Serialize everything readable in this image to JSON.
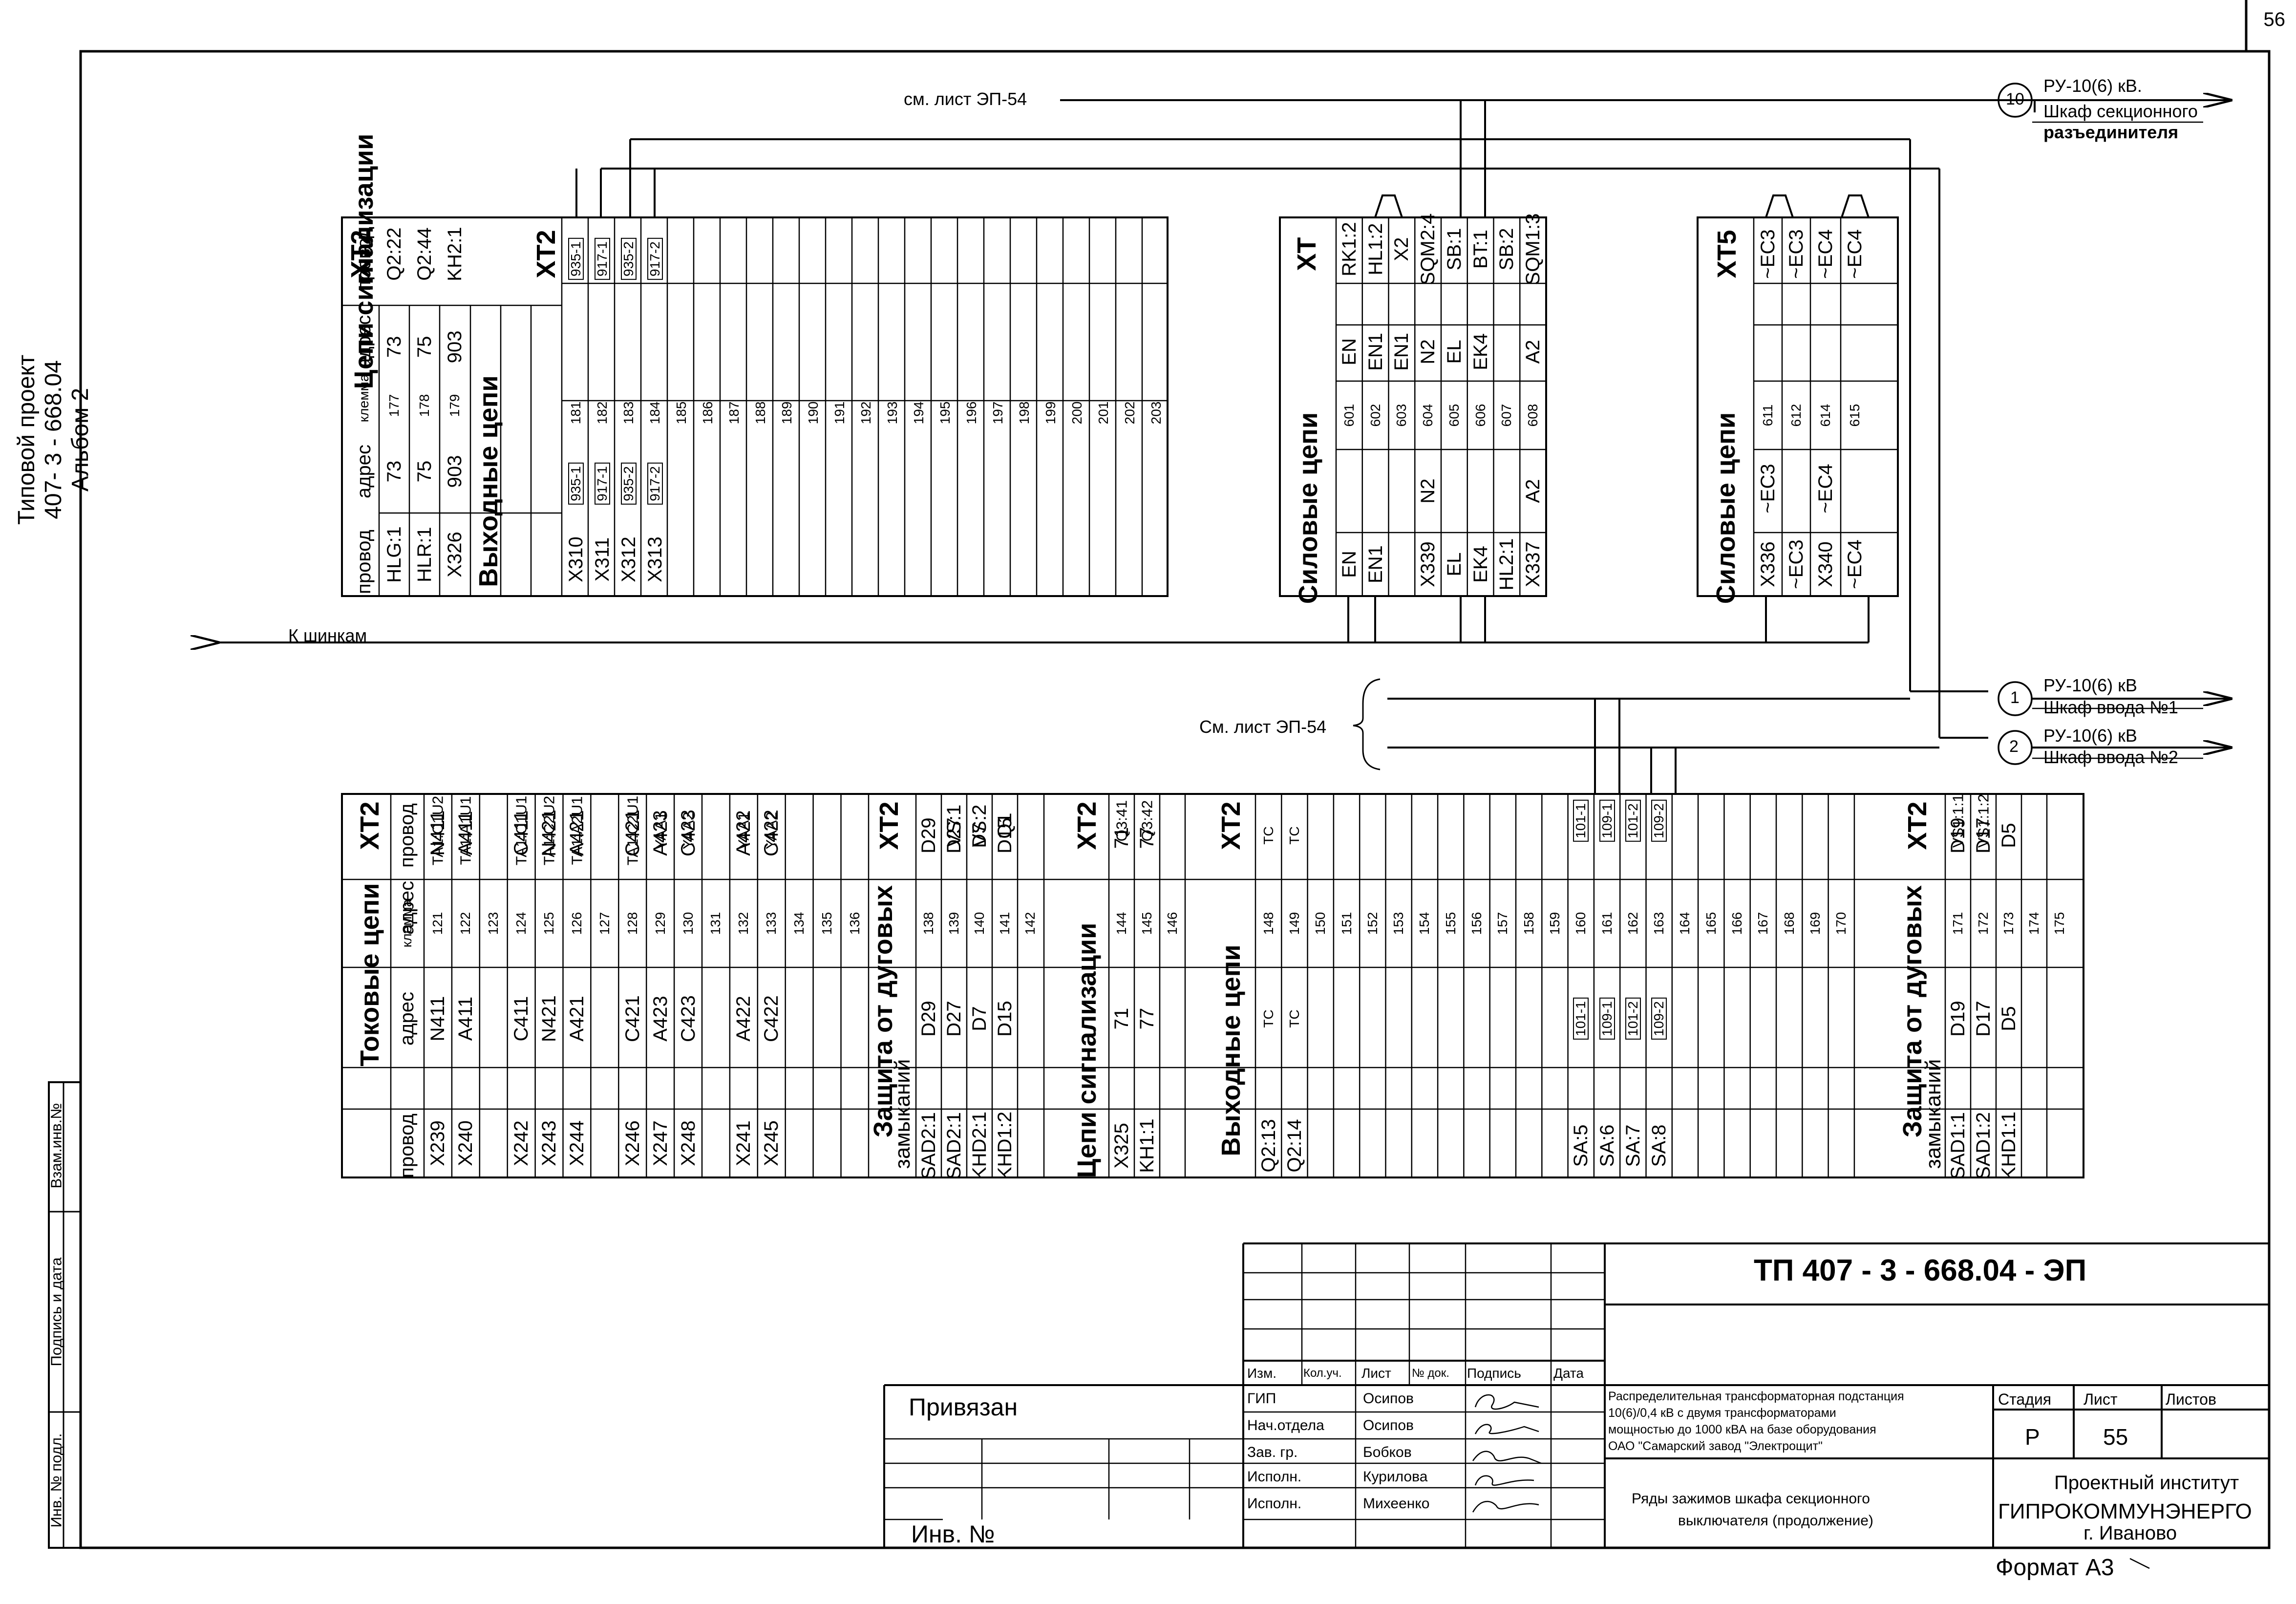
{
  "page_number": "56",
  "side_stamp": {
    "line1": "Типовой проект",
    "line2": "407- 3 - 668.04",
    "line3": "Альбом 2"
  },
  "left_stamp": {
    "inv_zam": "Взам.инв.№",
    "sign_date": "Подпись и дата",
    "inv_podl": "Инв. № подл."
  },
  "references": {
    "sheet_ep54": "см. лист ЭП-54",
    "sheet_ep54_cap": "См. лист ЭП-54",
    "to_buses": "К шинкам",
    "dest10_num": "10",
    "dest10_line1": "РУ-10(6) кВ.",
    "dest10_line2": "Шкаф секционного",
    "dest10_line3": "разъединителя",
    "dest1_num": "1",
    "dest1_line1": "РУ-10(6) кВ",
    "dest1_line2": "Шкаф ввода №1",
    "dest2_num": "2",
    "dest2_line1": "РУ-10(6) кВ",
    "dest2_line2": "Шкаф ввода №2"
  },
  "terminal_blocks": {
    "xt2_top": {
      "title_sig": "XT2",
      "title_out": "XT2",
      "sec_signal": "Цепи сигнализации",
      "sec_out": "Выходные цепи",
      "h_wire_l": "провод",
      "h_addr_l": "адрес",
      "h_clamp": "клемма",
      "h_addr_r": "адрес",
      "h_wire_r": "провод",
      "sig_wire_l": [
        "HLG:1",
        "HLR:1",
        "X326"
      ],
      "sig_addr_l": [
        "73",
        "75",
        "903"
      ],
      "sig_clamp": [
        "177",
        "178",
        "179"
      ],
      "sig_addr_r": [
        "73",
        "75",
        "903"
      ],
      "sig_wire_r": [
        "Q2:22",
        "Q2:44",
        "KH2:1"
      ],
      "out_wire_l": [
        "X310",
        "X311",
        "X312",
        "X313"
      ],
      "out_addr_l": [
        "935-1",
        "917-1",
        "935-2",
        "917-2"
      ],
      "out_clamp": [
        "181",
        "182",
        "183",
        "184",
        "185",
        "186",
        "187",
        "188",
        "189",
        "190",
        "191",
        "192",
        "193",
        "194",
        "195",
        "196",
        "197",
        "198",
        "199",
        "200",
        "201",
        "202",
        "203"
      ],
      "out_wire_r": [
        "935-1",
        "917-1",
        "935-2",
        "917-2"
      ]
    },
    "xt": {
      "title": "XT",
      "section": "Силовые цепи",
      "wire_l": [
        "EN",
        "EN1",
        "",
        "X339",
        "EL",
        "EK4",
        "HL2:1",
        "X337"
      ],
      "addr_l": [
        "",
        "",
        "",
        "N2",
        "",
        "",
        "",
        "A2"
      ],
      "clamp": [
        "601",
        "602",
        "603",
        "604",
        "605",
        "606",
        "607",
        "608"
      ],
      "addr_r": [
        "EN",
        "EN1",
        "EN1",
        "N2",
        "EL",
        "EK4",
        "",
        "A2"
      ],
      "wire_r": [
        "RK1:2",
        "HL1:2",
        "X2",
        "SQM2:4",
        "SB:1",
        "BT:1",
        "SB:2",
        "SQM1:3"
      ]
    },
    "xt5": {
      "title": "XT5",
      "section": "Силовые цепи",
      "wire_l": [
        "X336",
        "~EC3",
        "X340",
        "~EC4"
      ],
      "addr_l": [
        "~EC3",
        "",
        "~EC4",
        ""
      ],
      "clamp": [
        "611",
        "612",
        "614",
        "615"
      ],
      "wire_r": [
        "~EC3",
        "~EC3",
        "~EC4",
        "~EC4"
      ]
    },
    "xt2_bottom": {
      "title": "XT2",
      "h_wire": "провод",
      "h_addr": "адрес",
      "h_clamp": "клемма",
      "sec_current": "Токовые цепи",
      "cur_wire_l": [
        "X239",
        "X240",
        "",
        "X242",
        "X243",
        "X244",
        "",
        "X246",
        "X247",
        "X248",
        "",
        "X241",
        "X245",
        "",
        "",
        ""
      ],
      "cur_addr_l": [
        "N411",
        "A411",
        "",
        "C411",
        "N421",
        "A421",
        "",
        "C421",
        "A423",
        "C423",
        "",
        "A422",
        "C422",
        "",
        "",
        ""
      ],
      "cur_clamp": [
        "121",
        "122",
        "123",
        "124",
        "125",
        "126",
        "127",
        "128",
        "129",
        "130",
        "131",
        "132",
        "133",
        "134",
        "135",
        "136"
      ],
      "cur_addr_r": [
        "N411",
        "A411",
        "",
        "C411",
        "N421",
        "A421",
        "",
        "C421",
        "A423",
        "C423",
        "",
        "A422",
        "C422",
        "",
        "",
        ""
      ],
      "cur_wire_r": [
        "TA1:C1U2",
        "TA1:A1U1",
        "",
        "TA1:C1U1",
        "TA1:C2U2",
        "TA1:A2U1",
        "",
        "TA1:C2U1",
        "YAA1",
        "YAA2",
        "",
        "YAA1",
        "YAA2",
        "",
        "",
        ""
      ],
      "sec_arc": "Защита от дуговых",
      "sec_arc2": "замыканий",
      "arc_wire_l": [
        "SAD2:1",
        "SAD2:1",
        "KHD2:1",
        "KHD1:2",
        ""
      ],
      "arc_addr_l": [
        "D29",
        "D27",
        "D7",
        "D15",
        ""
      ],
      "arc_clamp": [
        "138",
        "139",
        "140",
        "141",
        "142"
      ],
      "arc_addr_r": [
        "D29",
        "D27",
        "D7",
        "D15",
        ""
      ],
      "arc_wire_r": [
        "",
        "VS:1",
        "VS:2",
        "Q1",
        ""
      ],
      "sec_sig": "Цепи сигнализации",
      "sig_wire_l": [
        "X325",
        "KH1:1",
        ""
      ],
      "sig_addr_l": [
        "71",
        "77",
        ""
      ],
      "sig_clamp": [
        "144",
        "145",
        "146"
      ],
      "sig_addr_r": [
        "71",
        "77",
        ""
      ],
      "sig_wire_r": [
        "Q3:41",
        "Q3:42",
        ""
      ],
      "sec_out": "Выходные цепи",
      "out_wire_l": [
        "Q2:13",
        "Q2:14",
        "",
        "",
        "",
        "",
        "",
        "",
        "",
        "",
        "",
        "",
        "SA:5",
        "SA:6",
        "SA:7",
        "SA:8",
        "",
        "",
        "",
        "",
        "",
        "",
        ""
      ],
      "out_addr_l": [
        "TC",
        "TC",
        "",
        "",
        "",
        "",
        "",
        "",
        "",
        "",
        "",
        "",
        "101-1",
        "109-1",
        "101-2",
        "109-2",
        "",
        "",
        "",
        "",
        "",
        "",
        ""
      ],
      "out_clamp": [
        "148",
        "149",
        "150",
        "151",
        "152",
        "153",
        "154",
        "155",
        "156",
        "157",
        "158",
        "159",
        "160",
        "161",
        "162",
        "163",
        "164",
        "165",
        "166",
        "167",
        "168",
        "169",
        "170"
      ],
      "out_wire_r": [
        "TC",
        "TC",
        "",
        "",
        "",
        "",
        "",
        "",
        "",
        "",
        "",
        "",
        "101-1",
        "109-1",
        "101-2",
        "109-2",
        "",
        "",
        "",
        "",
        "",
        "",
        ""
      ],
      "sec_arc_b": "Защита от дуговых",
      "sec_arc_b2": "замыканий",
      "arc_b_wire_l": [
        "SAD1:1",
        "SAD1:2",
        "KHD1:1",
        "",
        ""
      ],
      "arc_b_addr_l": [
        "D19",
        "D17",
        "D5",
        "",
        ""
      ],
      "arc_b_clamp": [
        "171",
        "172",
        "173",
        "174",
        "175"
      ],
      "arc_b_addr_r": [
        "D19",
        "D17",
        "D5",
        "",
        ""
      ],
      "arc_b_wire_r": [
        "VS1:1:1",
        "VS1:1:2",
        "",
        "",
        ""
      ],
      "title_cur": "XT2",
      "title_arc": "XT2",
      "title_sig": "XT2",
      "title_out": "XT2",
      "title_arc_b": "XT2"
    }
  },
  "title_block": {
    "doc_code": "ТП 407 - 3 - 668.04 - ЭП",
    "h_izm": "Изм.",
    "h_kol": "Кол.уч.",
    "h_list": "Лист",
    "h_ndoc": "№ док.",
    "h_sign": "Подпись",
    "h_date": "Дата",
    "roles": [
      "ГИП",
      "Нач.отдела",
      "Зав. гр.",
      "Исполн.",
      "Исполн."
    ],
    "names": [
      "Осипов",
      "Осипов",
      "Бобков",
      "Курилова",
      "Михеенко"
    ],
    "project_1": "Распределительная трансформаторная подстанция",
    "project_2": "10(6)/0,4 кВ с двумя трансформаторами",
    "project_3": "мощностью до 1000 кВА на базе оборудования",
    "project_4": "ОАО \"Самарский завод \"Электрощит\"",
    "sheet_name_1": "Ряды зажимов шкафа секционного",
    "sheet_name_2": "выключателя (продолжение)",
    "h_stage": "Стадия",
    "h_sheet": "Лист",
    "h_sheets": "Листов",
    "stage": "Р",
    "sheet": "55",
    "org_1": "Проектный институт",
    "org_2": "ГИПРОКОММУНЭНЕРГО",
    "org_3": "г. Иваново",
    "bound": "Привязан",
    "inv_no": "Инв. №",
    "format": "Формат А3"
  }
}
